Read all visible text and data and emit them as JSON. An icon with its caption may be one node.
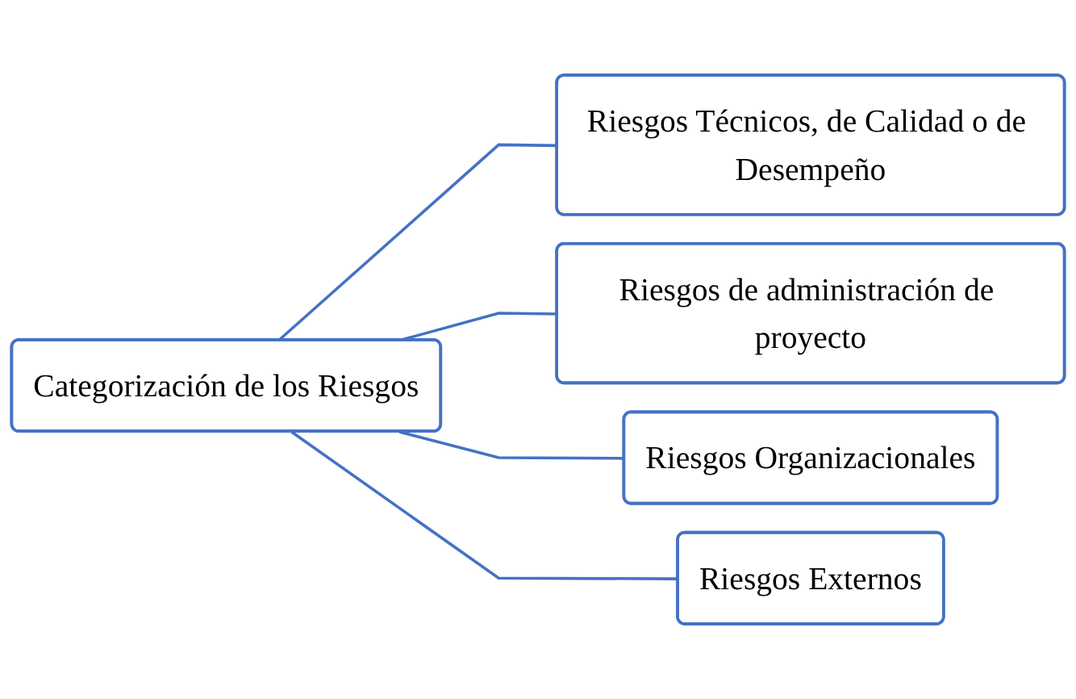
{
  "diagram": {
    "nodes": [
      {
        "text": [
          "Categorización de los Riesgos"
        ]
      },
      {
        "text": [
          "Riesgos Técnicos, de Calidad o de Desempeño"
        ]
      },
      {
        "text": [
          "Riesgos de administración de proyecto"
        ]
      },
      {
        "text": [
          "Riesgos Organizacionales"
        ]
      },
      {
        "text": [
          "Riesgos Externos"
        ]
      }
    ],
    "edges": [
      {
        "from": 0,
        "to": 1,
        "arrow": "none"
      },
      {
        "from": 0,
        "to": 2,
        "arrow": "none"
      },
      {
        "from": 0,
        "to": 3,
        "arrow": "none"
      },
      {
        "from": 0,
        "to": 4,
        "arrow": "none"
      }
    ]
  }
}
